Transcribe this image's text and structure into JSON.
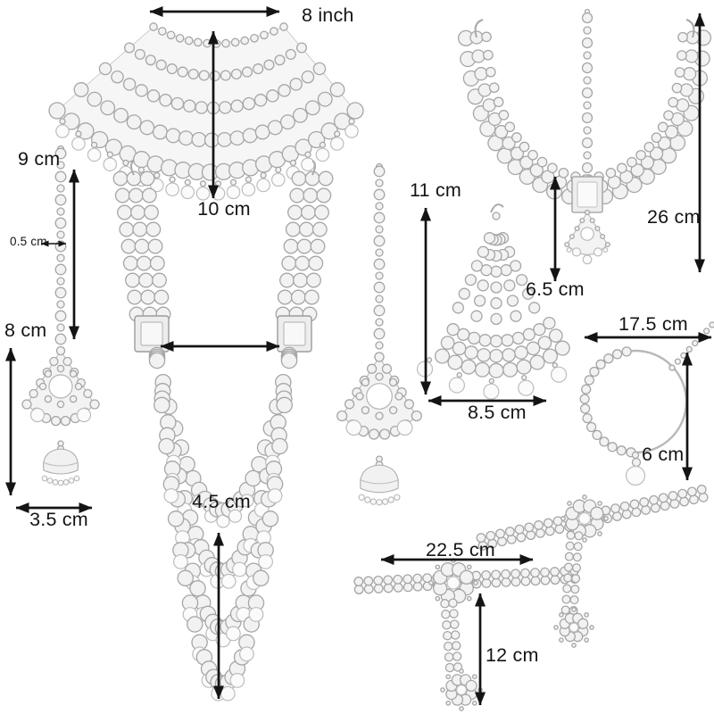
{
  "annotation": {
    "color": "#141414"
  },
  "jewelry_palette": {
    "stone_fill": "#f2f2f2",
    "stone_stroke": "#a6a6a6",
    "pearl_fill": "#fbfbfb",
    "pearl_stroke": "#bdbdbd"
  },
  "measurements": {
    "choker_width": "8 inch",
    "choker_height": "10 cm",
    "tikka_chain_length": "9 cm",
    "tikka_chain_width": "0.5 cm",
    "tikka_pendant_height": "8 cm",
    "tikka_pendant_width": "3.5 cm",
    "necklace_bottom_drop": "4.5 cm",
    "passa_height": "11 cm",
    "passa_width": "8.5 cm",
    "matha_patti_pendant_drop": "6.5 cm",
    "matha_patti_height": "26 cm",
    "nath_chain_width": "17.5 cm",
    "nath_drop": "6 cm",
    "hand_harness_width": "22.5 cm",
    "hand_harness_drop": "12 cm"
  }
}
